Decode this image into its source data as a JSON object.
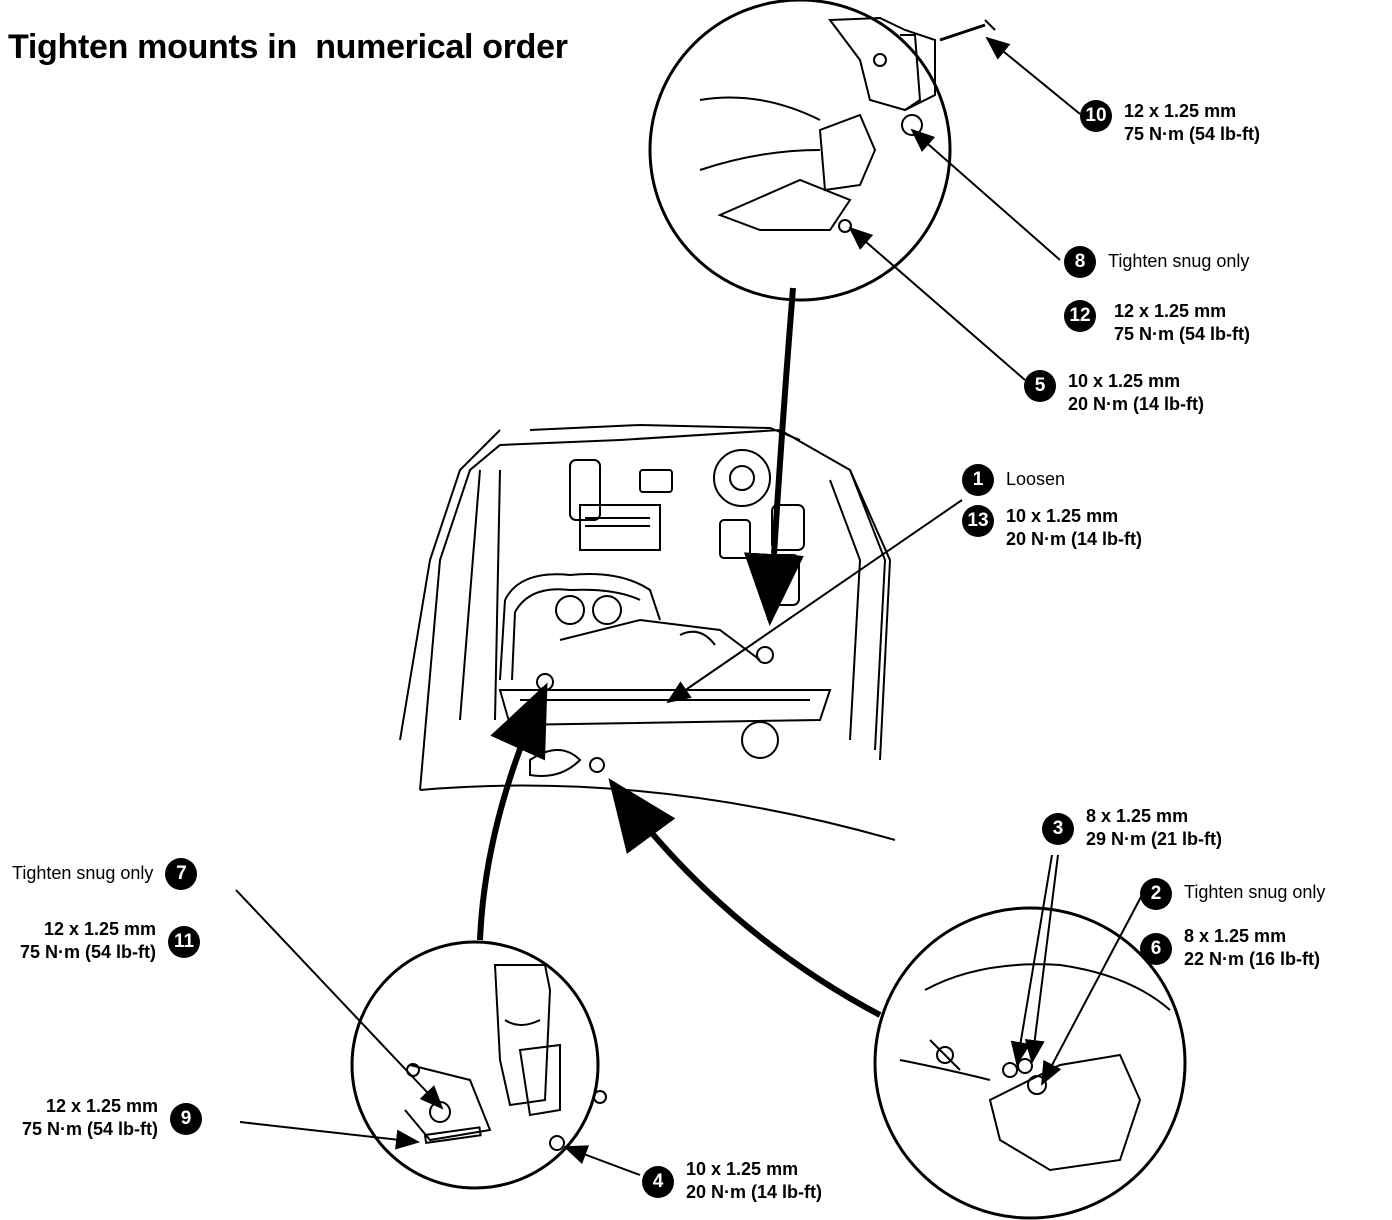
{
  "title": "Tighten mounts in  numerical order",
  "callouts": {
    "c1": {
      "num": "1",
      "text": "Loosen"
    },
    "c13": {
      "num": "13",
      "line1": "10 x 1.25 mm",
      "line2": "20 N·m (14 lb-ft)"
    },
    "c10": {
      "num": "10",
      "line1": "12 x 1.25 mm",
      "line2": "75 N·m (54 lb-ft)"
    },
    "c8": {
      "num": "8",
      "text": "Tighten snug only"
    },
    "c12": {
      "num": "12",
      "line1": "12 x 1.25 mm",
      "line2": "75 N·m (54 lb-ft)"
    },
    "c5": {
      "num": "5",
      "line1": "10 x 1.25 mm",
      "line2": "20 N·m (14 lb-ft)"
    },
    "c3": {
      "num": "3",
      "line1": "8 x 1.25 mm",
      "line2": "29 N·m (21 lb-ft)"
    },
    "c2": {
      "num": "2",
      "text": "Tighten snug only"
    },
    "c6": {
      "num": "6",
      "line1": "8 x 1.25 mm",
      "line2": "22 N·m (16 lb-ft)"
    },
    "c7": {
      "num": "7",
      "text": "Tighten snug only"
    },
    "c11": {
      "num": "11",
      "line1": "12 x 1.25 mm",
      "line2": "75 N·m (54 lb-ft)"
    },
    "c9": {
      "num": "9",
      "line1": "12 x 1.25 mm",
      "line2": "75 N·m (54 lb-ft)"
    },
    "c4": {
      "num": "4",
      "line1": "10 x 1.25 mm",
      "line2": "20 N·m (14 lb-ft)"
    }
  }
}
